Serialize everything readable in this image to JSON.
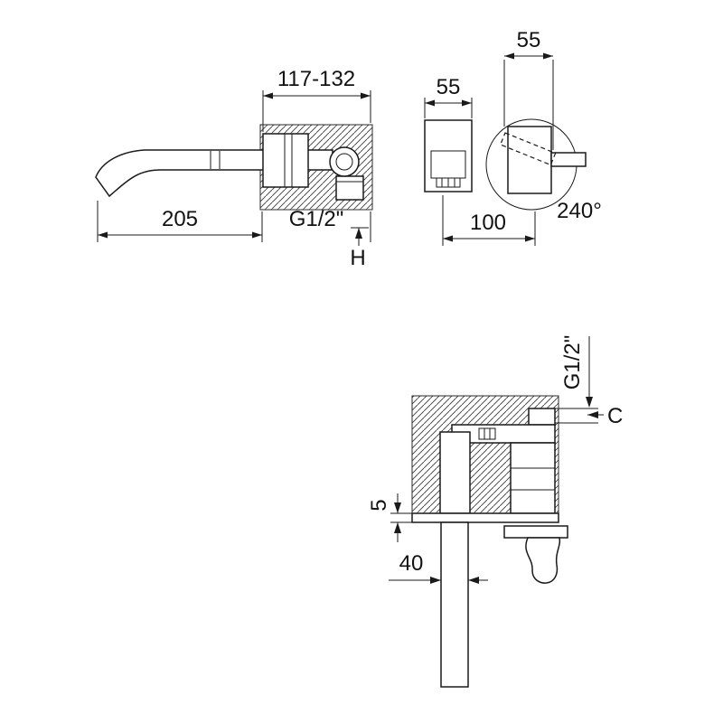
{
  "drawing": {
    "side": {
      "depth_range": "117-132",
      "spout_length": "205",
      "thread": "G1/2\"",
      "height_ref": "H"
    },
    "front": {
      "handle_width": "55",
      "spout_width": "55",
      "center_distance": "100",
      "handle_rotation": "240°"
    },
    "plan": {
      "thread": "G1/2\"",
      "clearance_ref": "C",
      "plate_thickness": "5",
      "bar_width": "40"
    },
    "colors": {
      "line": "#1a1a1a",
      "background": "#ffffff"
    }
  }
}
